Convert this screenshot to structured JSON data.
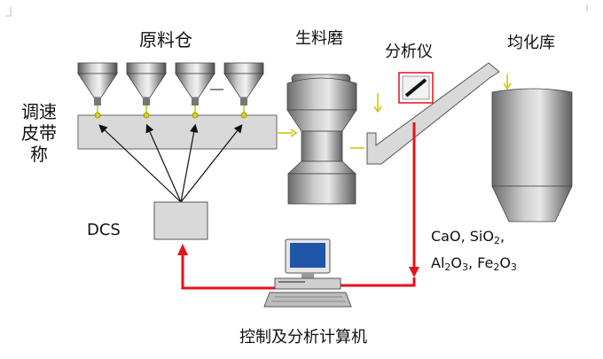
{
  "labels": {
    "raw_bins": "原料仓",
    "raw_mill": "生料磨",
    "analyzer": "分析仪",
    "homogenizer": "均化库",
    "belt_scale_line1": "调速",
    "belt_scale_line2": "皮带",
    "belt_scale_line3": "称",
    "dcs": "DCS",
    "computer": "控制及分析计算机"
  },
  "oxides": {
    "line1": {
      "a": "CaO, SiO",
      "a_sub": "2",
      "b": ","
    },
    "line2": {
      "a": "Al",
      "a_sub": "2",
      "b": "O",
      "b_sub": "3",
      "c": ", Fe",
      "c_sub": "2",
      "d": "O",
      "d_sub": "3"
    }
  },
  "colors": {
    "signal_red": "#e8101c",
    "marker_yellow": "#c9c400",
    "belt_gray": "#d9d9d9",
    "equipment_gray": "#8a8a8a"
  },
  "icons": {
    "analyzer": "analyzer-slash-icon",
    "computer": "desktop-computer-icon"
  }
}
